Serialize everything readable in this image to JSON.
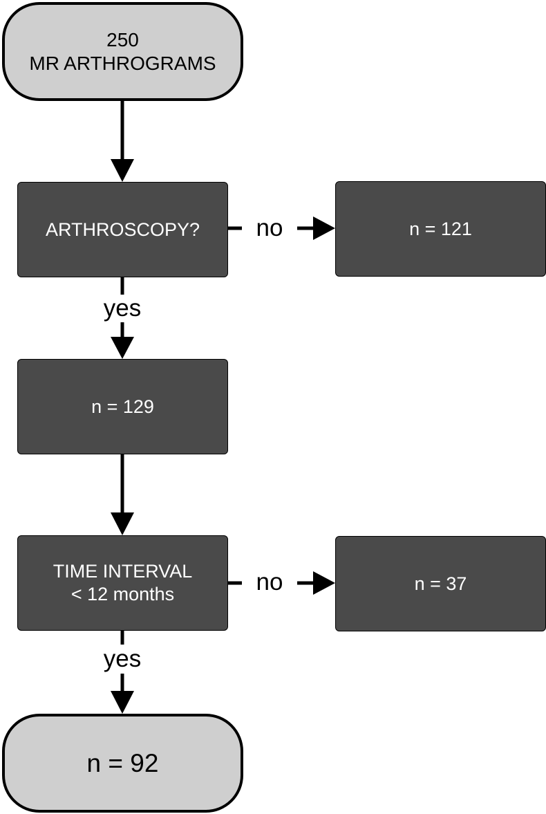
{
  "flowchart": {
    "start": {
      "line1": "250",
      "line2": "MR ARTHROGRAMS"
    },
    "decision_arthroscopy": {
      "text": "ARTHROSCOPY?"
    },
    "excluded_no_arthroscopy": {
      "text": "n = 121"
    },
    "after_arthroscopy": {
      "text": "n = 129"
    },
    "decision_time_interval": {
      "line1": "TIME INTERVAL",
      "line2": "< 12 months"
    },
    "excluded_time_interval": {
      "text": "n = 37"
    },
    "end": {
      "text": "n = 92"
    },
    "labels": {
      "no_1": "no",
      "yes_1": "yes",
      "no_2": "no",
      "yes_2": "yes"
    }
  },
  "colors": {
    "terminal_fill": "#cfcfcf",
    "process_fill": "#4a4a4a",
    "line": "#000000",
    "process_text": "#ffffff"
  }
}
